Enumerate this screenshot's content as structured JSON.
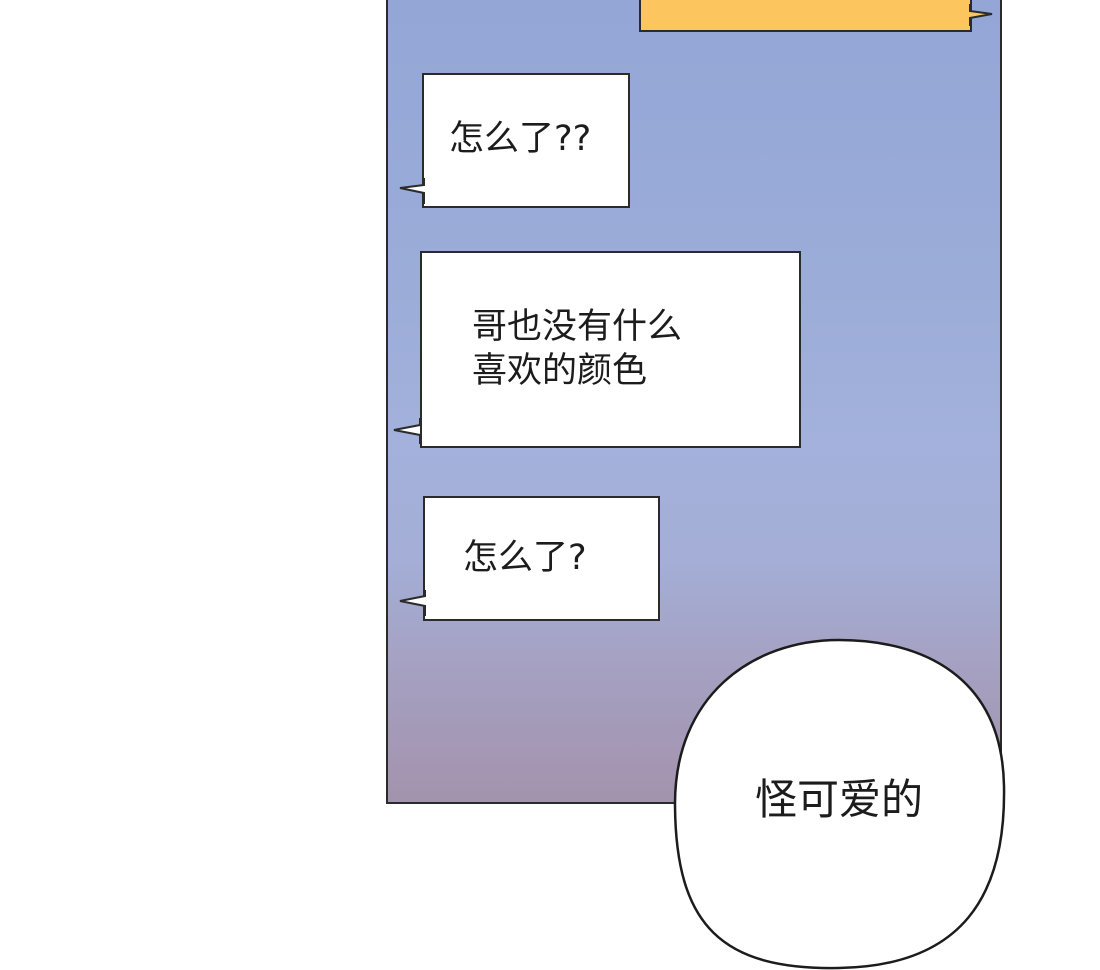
{
  "colors": {
    "panel_top": "#93a6d6",
    "panel_bottom": "#a393ad",
    "outgoing_bubble": "#fcc55d",
    "incoming_bubble": "#ffffff",
    "outline": "#2b2b2b"
  },
  "chat": {
    "outgoing": [
      {
        "text": ""
      }
    ],
    "incoming": [
      {
        "lines": [
          "怎么了??"
        ]
      },
      {
        "lines": [
          "哥也没有什么",
          "喜欢的颜色"
        ]
      },
      {
        "lines": [
          "怎么了?"
        ]
      }
    ]
  },
  "speech_bubble": {
    "text": "怪可爱的"
  }
}
